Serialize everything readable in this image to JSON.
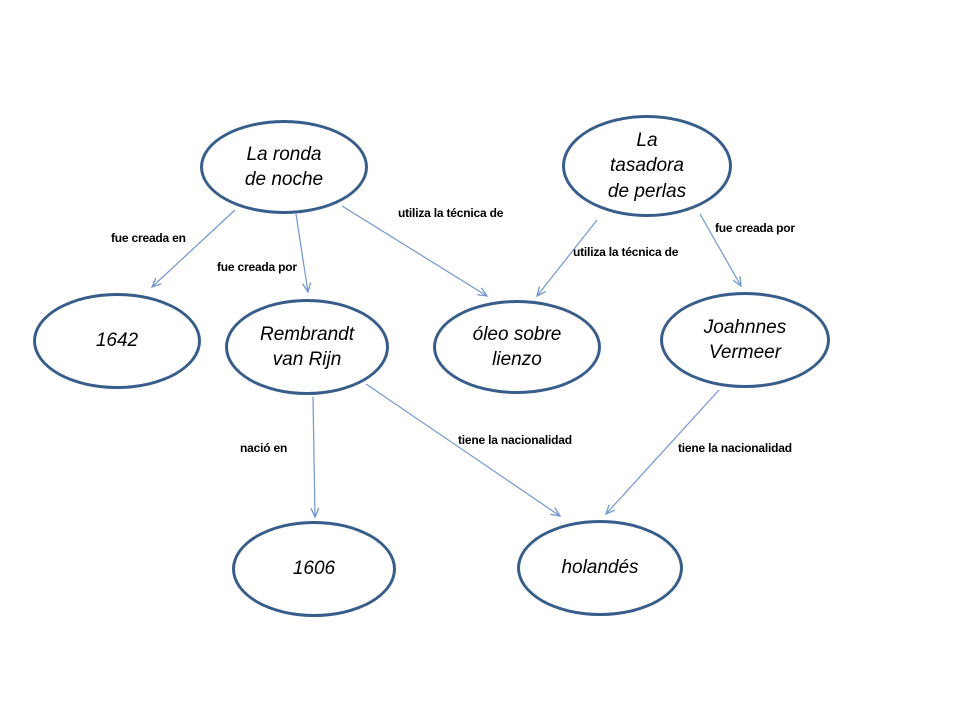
{
  "theme": {
    "background": "#ffffff",
    "node_fill": "#ffffff",
    "node_border_color": "#385d8a",
    "node_text_color": "#000000",
    "edge_color": "#7396ce",
    "edge_label_color": "#000000"
  },
  "nodes": [
    {
      "id": "la-ronda-de-noche",
      "label": "La ronda\nde noche"
    },
    {
      "id": "la-tasadora-de-perlas",
      "label": "La\ntasadora\nde perlas"
    },
    {
      "id": "1642",
      "label": "1642"
    },
    {
      "id": "rembrandt-van-rijn",
      "label": "Rembrandt\nvan Rijn"
    },
    {
      "id": "oleo-sobre-lienzo",
      "label": "óleo sobre\nlienzo"
    },
    {
      "id": "joahnnes-vermeer",
      "label": "Joahnnes\nVermeer"
    },
    {
      "id": "1606",
      "label": "1606"
    },
    {
      "id": "holandes",
      "label": "holandés"
    }
  ],
  "edges": [
    {
      "from": "La ronda de noche",
      "to": "1642",
      "label": "fue creada en"
    },
    {
      "from": "La ronda de noche",
      "to": "Rembrandt van Rijn",
      "label": "fue creada por"
    },
    {
      "from": "La ronda de noche",
      "to": "óleo sobre lienzo",
      "label": "utiliza la técnica de"
    },
    {
      "from": "La tasadora de perlas",
      "to": "óleo sobre lienzo",
      "label": "utiliza la técnica de"
    },
    {
      "from": "La tasadora de perlas",
      "to": "Joahnnes Vermeer",
      "label": "fue creada por"
    },
    {
      "from": "Rembrandt van Rijn",
      "to": "1606",
      "label": "nació en"
    },
    {
      "from": "Rembrandt van Rijn",
      "to": "holandés",
      "label": "tiene la nacionalidad"
    },
    {
      "from": "Joahnnes Vermeer",
      "to": "holandés",
      "label": "tiene la nacionalidad"
    }
  ]
}
